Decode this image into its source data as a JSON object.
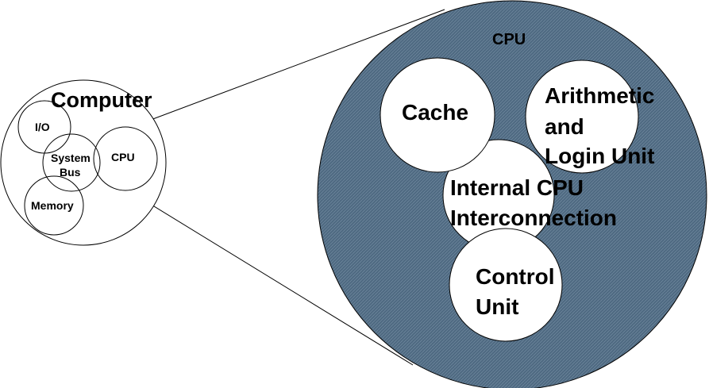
{
  "computer": {
    "title": "Computer",
    "io": "I/O",
    "system_bus": [
      "System",
      "Bus"
    ],
    "cpu": "CPU",
    "memory": "Memory"
  },
  "cpu_detail": {
    "title": "CPU",
    "cache": "Cache",
    "alu": [
      "Arithmetic",
      "and",
      "Login Unit"
    ],
    "interconnect": [
      "Internal CPU",
      "Interconnection"
    ],
    "control_unit": [
      "Control",
      "Unit"
    ]
  },
  "colors": {
    "cpu_fill": "#4f6a82",
    "background": "#ffffff",
    "stroke": "#000000"
  }
}
